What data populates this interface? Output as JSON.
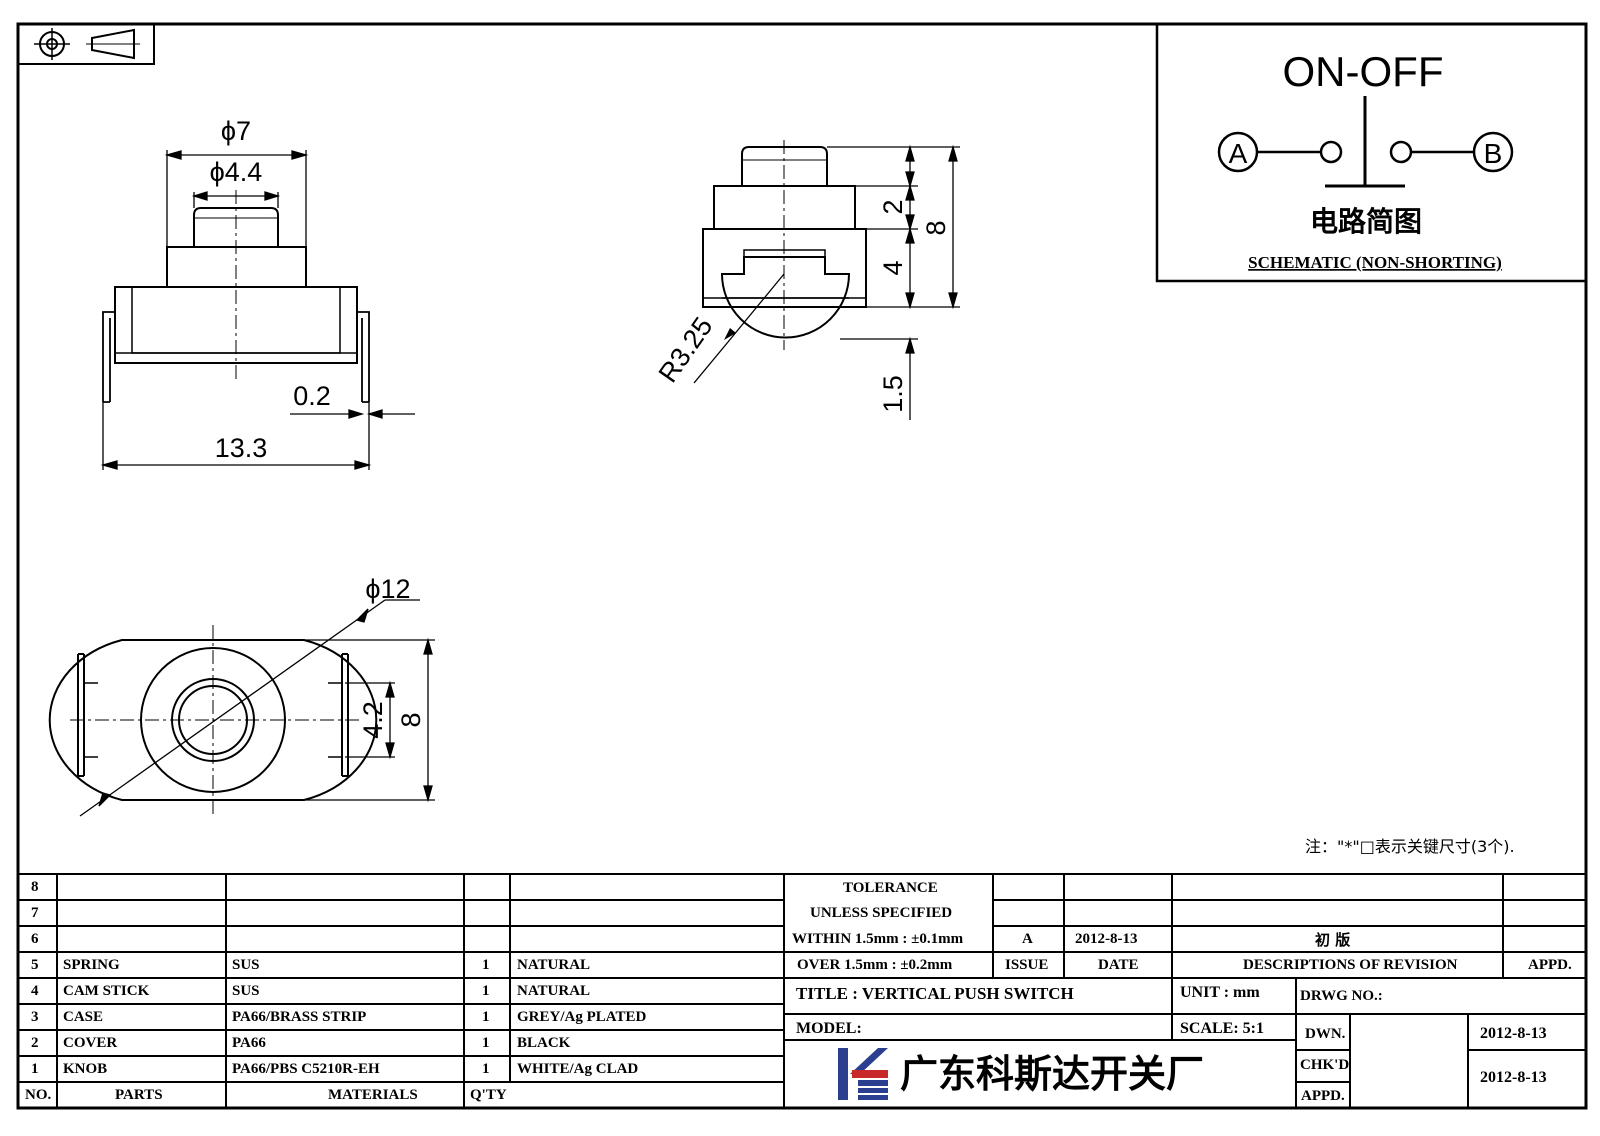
{
  "projection_symbol": "first-angle-projection-icon",
  "dimensions": {
    "phi7": "ϕ7",
    "phi4_4": "ϕ4.4",
    "d0_2": "0.2",
    "d13_3": "13.3",
    "r3_25": "R3.25",
    "d2": "2",
    "d4": "4",
    "d8_side": "8",
    "d1_5": "1.5",
    "phi12": "ϕ12",
    "d4_2": "4.2",
    "d8_bottom": "8"
  },
  "schematic": {
    "title": "ON-OFF",
    "terminal_a": "A",
    "terminal_b": "B",
    "caption_cn": "电路简图",
    "caption_en": "SCHEMATIC (NON-SHORTING)"
  },
  "note": "注：\"*\"□表示关键尺寸(3个).",
  "bom": {
    "rows": [
      {
        "no": "8",
        "part": "",
        "material": "",
        "qty": "",
        "finish": ""
      },
      {
        "no": "7",
        "part": "",
        "material": "",
        "qty": "",
        "finish": ""
      },
      {
        "no": "6",
        "part": "",
        "material": "",
        "qty": "",
        "finish": ""
      },
      {
        "no": "5",
        "part": "SPRING",
        "material": "SUS",
        "qty": "1",
        "finish": "NATURAL"
      },
      {
        "no": "4",
        "part": "CAM STICK",
        "material": "SUS",
        "qty": "1",
        "finish": "NATURAL"
      },
      {
        "no": "3",
        "part": "CASE",
        "material": "PA66/BRASS STRIP",
        "qty": "1",
        "finish": "GREY/Ag PLATED"
      },
      {
        "no": "2",
        "part": "COVER",
        "material": "PA66",
        "qty": "1",
        "finish": "BLACK"
      },
      {
        "no": "1",
        "part": "KNOB",
        "material": "PA66/PBS C5210R-EH",
        "qty": "1",
        "finish": "WHITE/Ag CLAD"
      }
    ],
    "headers": {
      "no": "NO.",
      "parts": "PARTS",
      "materials": "MATERIALS",
      "qty": "Q'TY"
    }
  },
  "tolerance": {
    "line1": "TOLERANCE",
    "line2": "UNLESS  SPECIFIED",
    "line3": "WITHIN 1.5mm : ±0.1mm",
    "line4": "OVER 1.5mm : ±0.2mm"
  },
  "revision": {
    "issue_value": "A",
    "date_value": "2012-8-13",
    "description_value": "初  版",
    "issue_label": "ISSUE",
    "date_label": "DATE",
    "desc_label": "DESCRIPTIONS OF REVISION",
    "appd_label": "APPD."
  },
  "title_block": {
    "title": "TITLE :  VERTICAL PUSH SWITCH",
    "unit": "UNIT :  mm",
    "drwg_no": "DRWG NO.:",
    "model": "MODEL:",
    "scale": "SCALE:  5:1",
    "dwn_label": "DWN.",
    "dwn_date": "2012-8-13",
    "chkd_label": "CHK'D",
    "chkd_date": "2012-8-13",
    "appd_label": "APPD.",
    "company": "广东科斯达开关厂"
  },
  "colors": {
    "logo_blue": "#2a3f8f",
    "logo_red": "#c8282a",
    "ink": "#000000"
  }
}
